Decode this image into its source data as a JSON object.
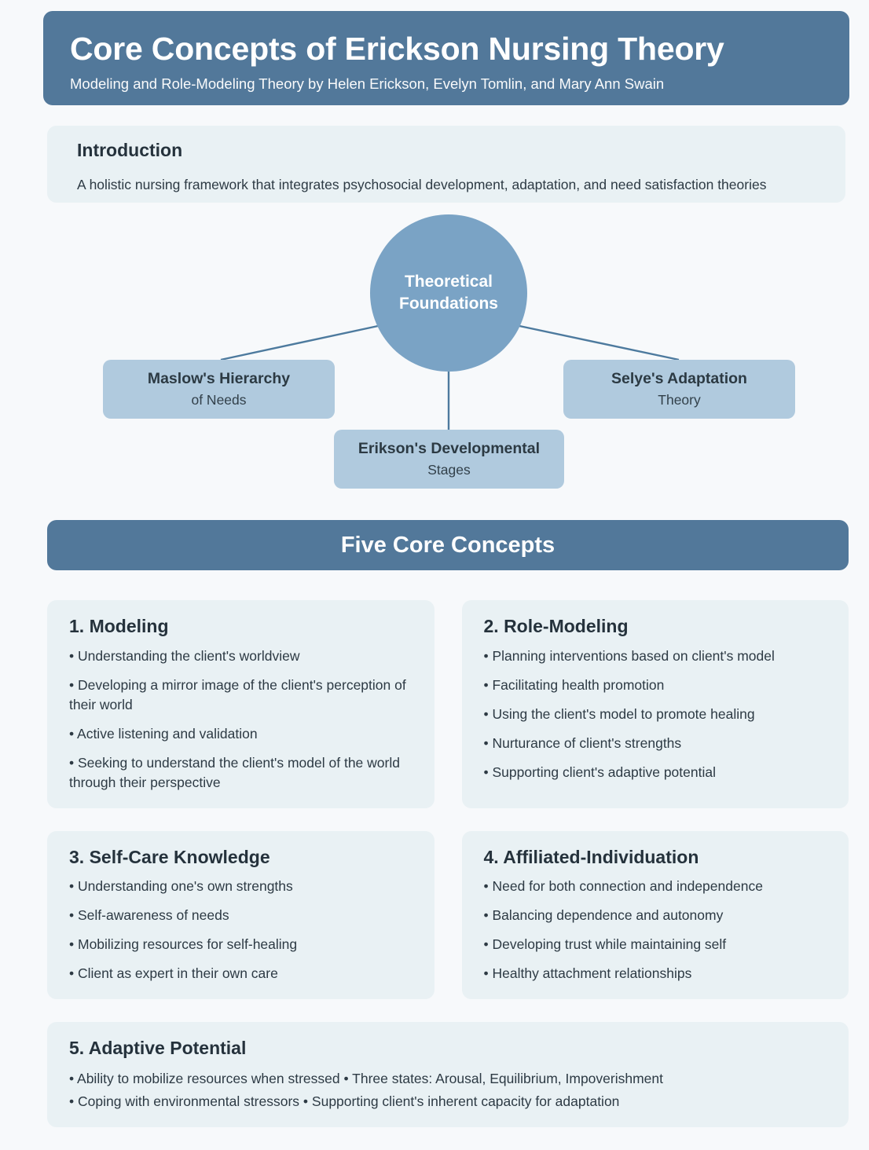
{
  "header": {
    "title": "Core Concepts of Erickson Nursing Theory",
    "subtitle": "Modeling and Role-Modeling Theory by Helen Erickson, Evelyn Tomlin, and Mary Ann Swain",
    "background_color": "#52789a",
    "text_color": "#ffffff"
  },
  "introduction": {
    "title": "Introduction",
    "body": "A holistic nursing framework that integrates psychosocial development, adaptation, and need satisfaction theories",
    "background_color": "#e9f1f4"
  },
  "diagram": {
    "center": {
      "line1": "Theoretical",
      "line2": "Foundations",
      "color": "#7aa3c5"
    },
    "connector_color": "#4d7a9e",
    "node_color": "#b0cade",
    "children": [
      {
        "title": "Maslow's Hierarchy",
        "subtitle": "of Needs"
      },
      {
        "title": "Erikson's Developmental",
        "subtitle": "Stages"
      },
      {
        "title": "Selye's Adaptation",
        "subtitle": "Theory"
      }
    ]
  },
  "section_banner": {
    "label": "Five Core Concepts",
    "background_color": "#52789a"
  },
  "concepts": [
    {
      "title": "1. Modeling",
      "bullets": [
        "• Understanding the client's worldview",
        "• Developing a mirror image of the client's perception of their world",
        "• Active listening and validation",
        "• Seeking to understand the client's model of the world through their perspective"
      ]
    },
    {
      "title": "2. Role-Modeling",
      "bullets": [
        "• Planning interventions based on client's model",
        "• Facilitating health promotion",
        "• Using the client's model to promote healing",
        "• Nurturance of client's strengths",
        "• Supporting client's adaptive potential"
      ]
    },
    {
      "title": "3. Self-Care Knowledge",
      "bullets": [
        "• Understanding one's own strengths",
        "• Self-awareness of needs",
        "• Mobilizing resources for self-healing",
        "• Client as expert in their own care"
      ]
    },
    {
      "title": "4. Affiliated-Individuation",
      "bullets": [
        "• Need for both connection and independence",
        "• Balancing dependence and autonomy",
        "• Developing trust while maintaining self",
        "• Healthy attachment relationships"
      ]
    },
    {
      "title": "5. Adaptive Potential",
      "line1": "• Ability to mobilize resources when stressed • Three states: Arousal, Equilibrium, Impoverishment",
      "line2": "• Coping with environmental stressors • Supporting client's inherent capacity for adaptation"
    }
  ]
}
